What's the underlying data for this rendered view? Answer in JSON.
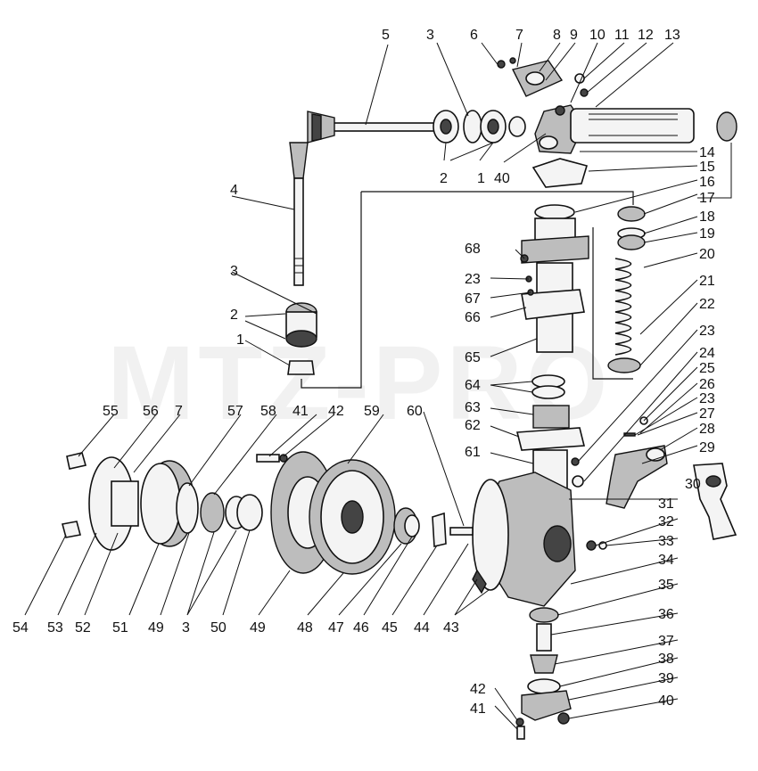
{
  "watermark": "MTZ-PRO",
  "labels": [
    "1",
    "2",
    "3",
    "4",
    "5",
    "6",
    "7",
    "8",
    "9",
    "10",
    "11",
    "12",
    "13",
    "14",
    "15",
    "16",
    "17",
    "18",
    "19",
    "20",
    "21",
    "22",
    "23",
    "24",
    "25",
    "26",
    "27",
    "28",
    "29",
    "30",
    "31",
    "32",
    "33",
    "34",
    "35",
    "36",
    "37",
    "38",
    "39",
    "40",
    "41",
    "42",
    "43",
    "44",
    "45",
    "46",
    "47",
    "48",
    "49",
    "50",
    "51",
    "52",
    "53",
    "54",
    "55",
    "56",
    "57",
    "58",
    "59",
    "60",
    "61",
    "62",
    "63",
    "64",
    "65",
    "66",
    "67",
    "68"
  ]
}
